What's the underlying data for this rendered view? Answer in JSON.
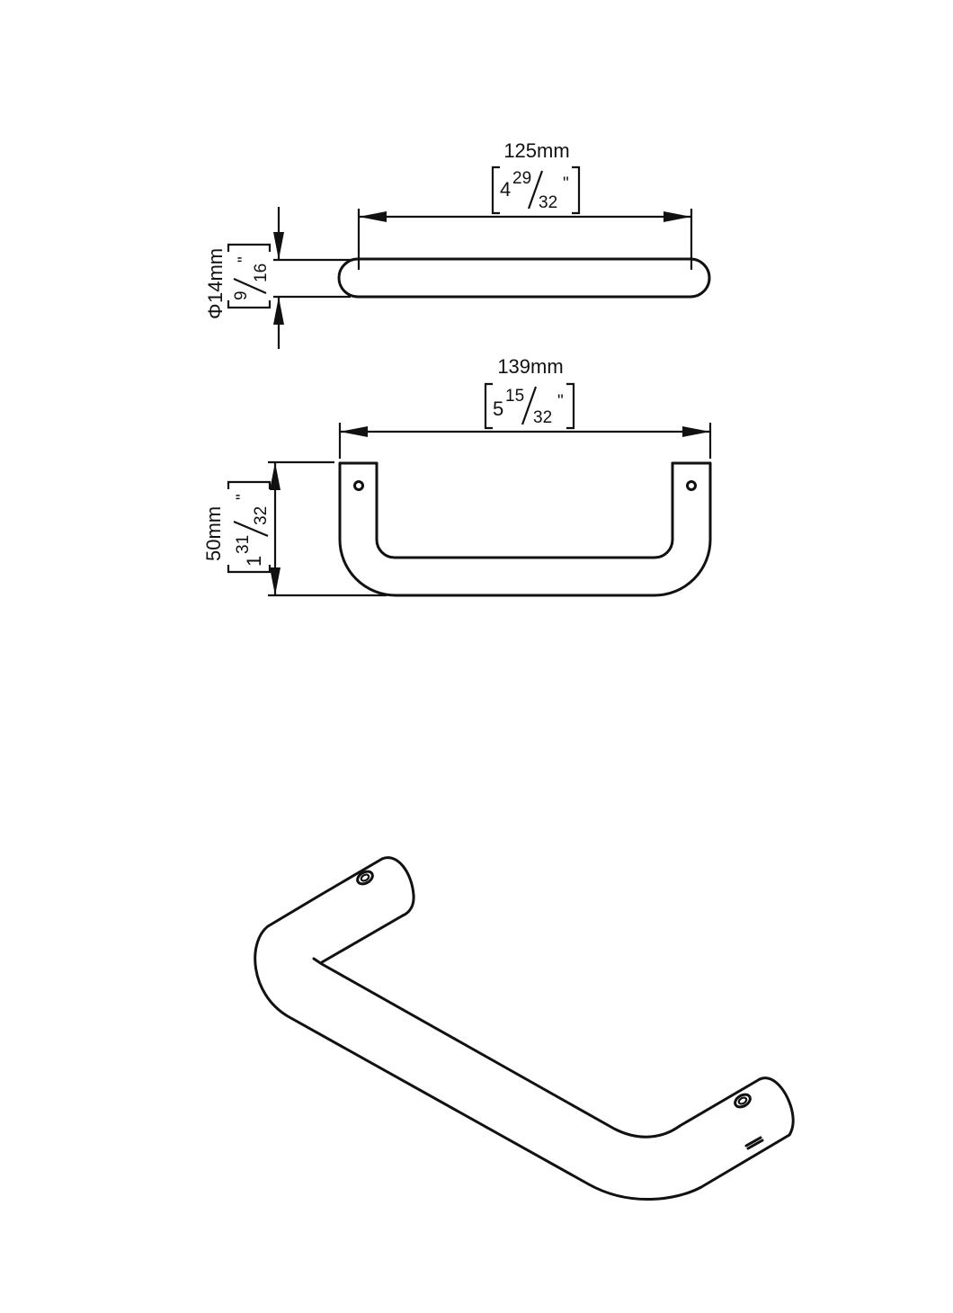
{
  "dimensions": {
    "length_top": {
      "metric": "125mm",
      "imperial_whole": "4",
      "imperial_num": "29",
      "imperial_den": "32",
      "inch_mark": "\""
    },
    "diameter": {
      "symbol": "Φ",
      "metric": "14mm",
      "imperial_num": "9",
      "imperial_den": "16",
      "inch_mark": "\""
    },
    "overall_width": {
      "metric": "139mm",
      "imperial_whole": "5",
      "imperial_num": "15",
      "imperial_den": "32",
      "inch_mark": "\""
    },
    "projection": {
      "metric": "50mm",
      "imperial_whole": "1",
      "imperial_num": "31",
      "imperial_den": "32",
      "inch_mark": "\""
    }
  },
  "colors": {
    "line": "#111111",
    "background": "#ffffff"
  }
}
